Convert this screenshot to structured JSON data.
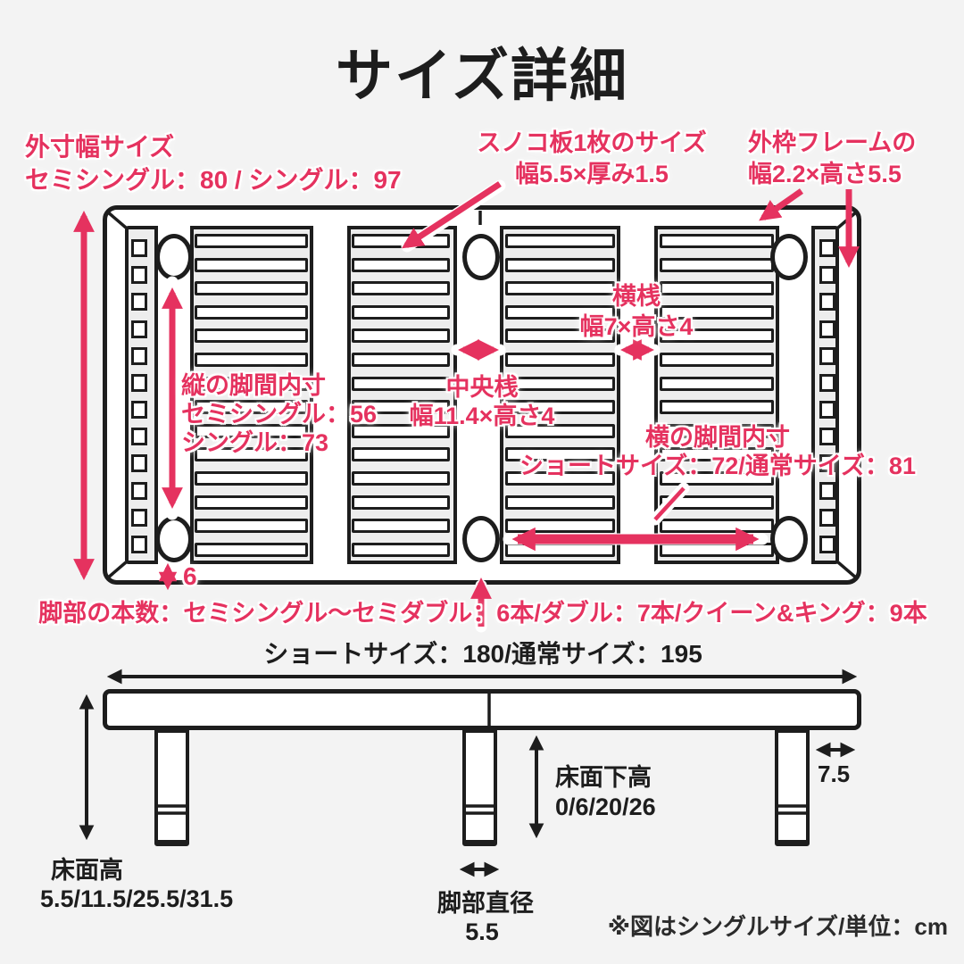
{
  "title": "サイズ詳細",
  "footnote": "※図はシングルサイズ/単位：cm",
  "colors": {
    "accent": "#E5325F",
    "ink": "#1D1D1D",
    "background": "#F3F3F3"
  },
  "top_view": {
    "structure": {
      "slats_per_section": 14,
      "slat_sections": 4,
      "notches_per_side": 12,
      "leg_count_shown": 6
    },
    "labels": {
      "outer_width_title": "外寸幅サイズ",
      "outer_width_value": "セミシングル：80 / シングル：97",
      "slat_title": "スノコ板1枚のサイズ",
      "slat_value": "幅5.5×厚み1.5",
      "frame_title": "外枠フレームの",
      "frame_value": "幅2.2×高さ5.5",
      "v_span_title": "縦の脚間内寸",
      "v_span_value1": "セミシングル：56",
      "v_span_value2": "シングル：73",
      "center_rail_title": "中央桟",
      "center_rail_value": "幅11.4×高さ4",
      "cross_rail_title": "横桟",
      "cross_rail_value": "幅7×高さ4",
      "h_span_title": "横の脚間内寸",
      "h_span_value": "ショートサイズ：72/通常サイズ：81",
      "leg_gap_value": "6",
      "leg_count": "脚部の本数：セミシングル〜セミダブル：6本/ダブル：7本/クイーン&キング：9本"
    }
  },
  "side_view": {
    "labels": {
      "length_value": "ショートサイズ：180/通常サイズ：195",
      "floor_height_title": "床面高",
      "floor_height_value": "5.5/11.5/25.5/31.5",
      "under_height_title": "床面下高",
      "under_height_value": "0/6/20/26",
      "leg_diameter_title": "脚部直径",
      "leg_diameter_value": "5.5",
      "leg_inset_value": "7.5"
    }
  }
}
